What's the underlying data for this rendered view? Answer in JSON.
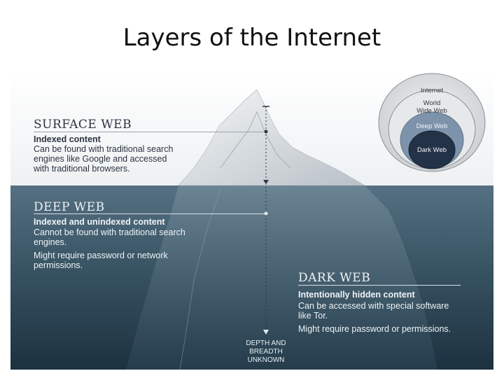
{
  "title": "Layers of the Internet",
  "surface": {
    "heading": "SURFACE WEB",
    "subheading": "Indexed content",
    "lines": [
      "Can be found with traditional search",
      "engines like Google and accessed",
      "with traditional browsers."
    ]
  },
  "deep": {
    "heading": "DEEP WEB",
    "subheading": "Indexed and unindexed content",
    "lines": [
      "Cannot be found with traditional search",
      "engines.",
      "Might require password or network",
      "permissions."
    ]
  },
  "dark": {
    "heading": "DARK WEB",
    "subheading": "Intentionally hidden content",
    "lines": [
      "Can be accessed with special software",
      "like Tor.",
      "Might require password or permissions."
    ]
  },
  "depth_note": [
    "DEPTH AND",
    "BREADTH",
    "UNKNOWN"
  ],
  "nested_circles": {
    "outer": "Internet",
    "second": [
      "World",
      "Wide Web"
    ],
    "third": "Deep Web",
    "inner": "Dark Web"
  },
  "colors": {
    "water_top": "#4f6a7c",
    "water_bottom": "#1f3444",
    "dark_web_circle": "#233247",
    "deep_web_circle": "#7d93ab"
  }
}
